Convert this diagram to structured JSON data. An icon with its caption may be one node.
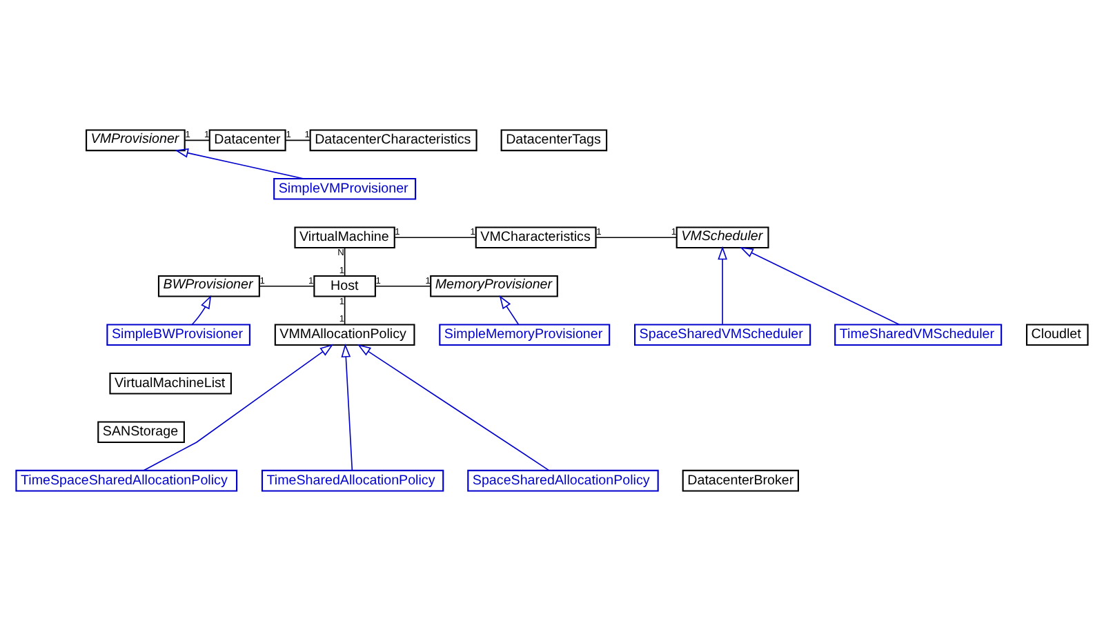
{
  "diagram": {
    "nodes": [
      {
        "text": [
          "VMProvisioner"
        ]
      },
      {
        "text": [
          "Datacenter"
        ]
      },
      {
        "text": [
          "DatacenterCharacteristics"
        ]
      },
      {
        "text": [
          "DatacenterTags"
        ]
      },
      {
        "text": [
          "SimpleVMProvisioner"
        ]
      },
      {
        "text": [
          "VirtualMachine"
        ]
      },
      {
        "text": [
          "VMCharacteristics"
        ]
      },
      {
        "text": [
          "VMScheduler"
        ]
      },
      {
        "text": [
          "BWProvisioner"
        ]
      },
      {
        "text": [
          "Host"
        ]
      },
      {
        "text": [
          "MemoryProvisioner"
        ]
      },
      {
        "text": [
          "SpaceSharedVMScheduler"
        ]
      },
      {
        "text": [
          "TimeSharedVMScheduler"
        ]
      },
      {
        "text": [
          "SimpleBWProvisioner"
        ]
      },
      {
        "text": [
          "VMMAllocationPolicy"
        ]
      },
      {
        "text": [
          "SimpleMemoryProvisioner"
        ]
      },
      {
        "text": [
          "Cloudlet"
        ]
      },
      {
        "text": [
          "VirtualMachineList"
        ]
      },
      {
        "text": [
          "SANStorage"
        ]
      },
      {
        "text": [
          "TimeSpaceSharedAllocationPolicy"
        ]
      },
      {
        "text": [
          "TimeSharedAllocationPolicy"
        ]
      },
      {
        "text": [
          "SpaceSharedAllocationPolicy"
        ]
      },
      {
        "text": [
          "DatacenterBroker"
        ]
      }
    ],
    "edges": [
      {
        "from": 0,
        "to": 1,
        "arrow": "none"
      },
      {
        "from": 1,
        "to": 2,
        "arrow": "none"
      },
      {
        "from": 4,
        "to": 0,
        "arrow": "to",
        "color": "#0000cc"
      },
      {
        "from": 9,
        "to": 5,
        "arrow": "none"
      },
      {
        "from": 5,
        "to": 6,
        "arrow": "none"
      },
      {
        "from": 6,
        "to": 7,
        "arrow": "none"
      },
      {
        "from": 8,
        "to": 9,
        "arrow": "none"
      },
      {
        "from": 9,
        "to": 10,
        "arrow": "none"
      },
      {
        "from": 9,
        "to": 14,
        "arrow": "none"
      },
      {
        "from": 13,
        "to": 8,
        "arrow": "to",
        "color": "#0000cc"
      },
      {
        "from": 15,
        "to": 10,
        "arrow": "to",
        "color": "#0000cc"
      },
      {
        "from": 11,
        "to": 7,
        "arrow": "to",
        "color": "#0000cc"
      },
      {
        "from": 12,
        "to": 7,
        "arrow": "to",
        "color": "#0000cc"
      },
      {
        "from": 19,
        "to": 14,
        "arrow": "to",
        "color": "#0000cc"
      },
      {
        "from": 20,
        "to": 14,
        "arrow": "to",
        "color": "#0000cc"
      },
      {
        "from": 21,
        "to": 14,
        "arrow": "to",
        "color": "#0000cc"
      }
    ],
    "labels": [
      "1",
      "1",
      "1",
      "1",
      "N",
      "1",
      "1",
      "1",
      "1",
      "1",
      "1",
      "1",
      "1",
      "1",
      "1",
      "1"
    ]
  }
}
